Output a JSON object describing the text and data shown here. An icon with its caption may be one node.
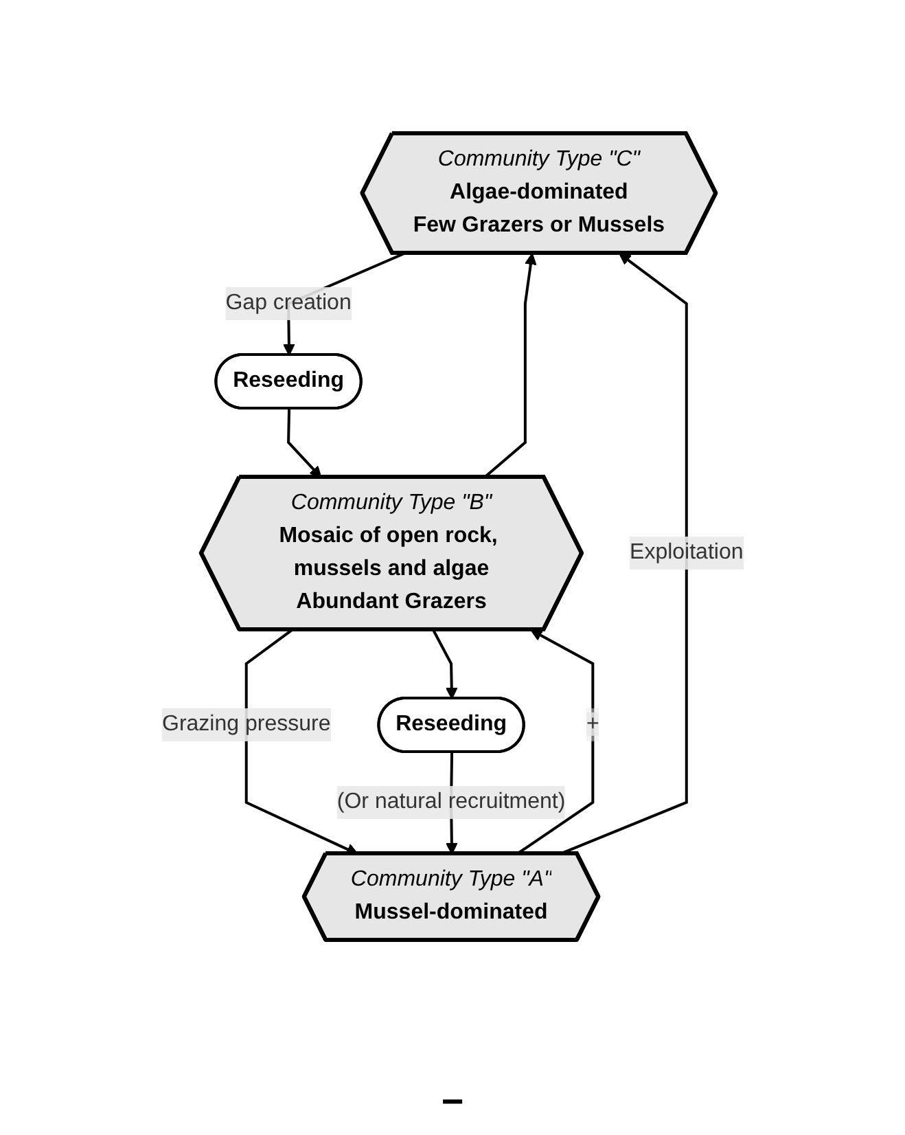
{
  "diagram": {
    "nodes": [
      {
        "text": [
          "Community Type \"C\"",
          "Algae-dominated",
          "Few Grazers or Mussels"
        ]
      },
      {
        "text": [
          "Reseeding"
        ]
      },
      {
        "text": [
          "Community Type \"B\"",
          "Mosaic of open rock, mussels and algae",
          "Abundant Grazers"
        ]
      },
      {
        "text": [
          "Community Type \"A\"",
          "Mussel-dominated"
        ]
      },
      {
        "text": [
          "Reseeding"
        ]
      }
    ],
    "edges": [
      {
        "from": 0,
        "to": 1,
        "arrow": "to",
        "label": "Gap creation"
      },
      {
        "from": 1,
        "to": 2,
        "arrow": "to"
      },
      {
        "from": 2,
        "to": 0,
        "arrow": "to"
      },
      {
        "from": 3,
        "to": 0,
        "arrow": "to",
        "label": "Exploitation"
      },
      {
        "from": 3,
        "to": 2,
        "arrow": "to",
        "label": "+"
      },
      {
        "from": 2,
        "to": 3,
        "arrow": "to",
        "label": "Grazing pressure"
      },
      {
        "from": 2,
        "to": 4,
        "arrow": "to"
      },
      {
        "from": 4,
        "to": 3,
        "arrow": "to",
        "label": "(Or natural recruitment)"
      }
    ],
    "labels": [
      "−"
    ]
  }
}
